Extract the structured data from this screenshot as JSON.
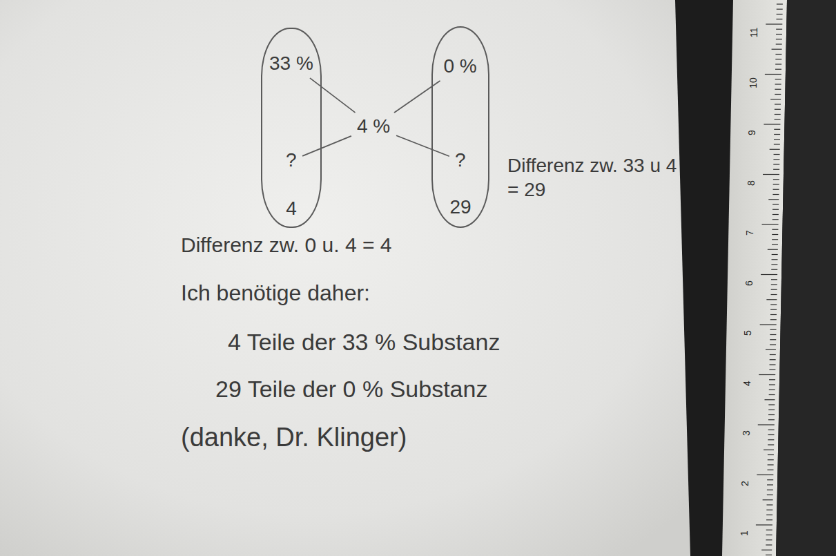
{
  "diagram": {
    "nodes": [
      {
        "text": [
          "4"
        ]
      },
      {
        "text": [
          "33 %"
        ],
        "in": 0
      },
      {
        "text": [
          "?"
        ],
        "in": 0
      },
      {
        "text": [
          "4 %"
        ]
      },
      {
        "text": [
          "29"
        ]
      },
      {
        "text": [
          "0 %"
        ],
        "in": 4
      },
      {
        "text": [
          "?"
        ],
        "in": 4
      }
    ],
    "edges": [
      {
        "from": 1,
        "to": 3,
        "arrow": "none"
      },
      {
        "from": 2,
        "to": 3,
        "arrow": "none"
      },
      {
        "from": 3,
        "to": 5,
        "arrow": "none"
      },
      {
        "from": 3,
        "to": 6,
        "arrow": "none"
      }
    ],
    "labels": [
      "Differenz zw. 33 u 4 = 29",
      "Differenz zw. 0 u. 4 = 4",
      "Ich benötige daher:",
      "4 Teile der 33 % Substanz",
      "29 Teile der 0 % Substanz",
      "(danke, Dr. Klinger)",
      "11",
      "10",
      "9",
      "8",
      "7",
      "6",
      "5",
      "4",
      "3",
      "2",
      "1"
    ]
  }
}
